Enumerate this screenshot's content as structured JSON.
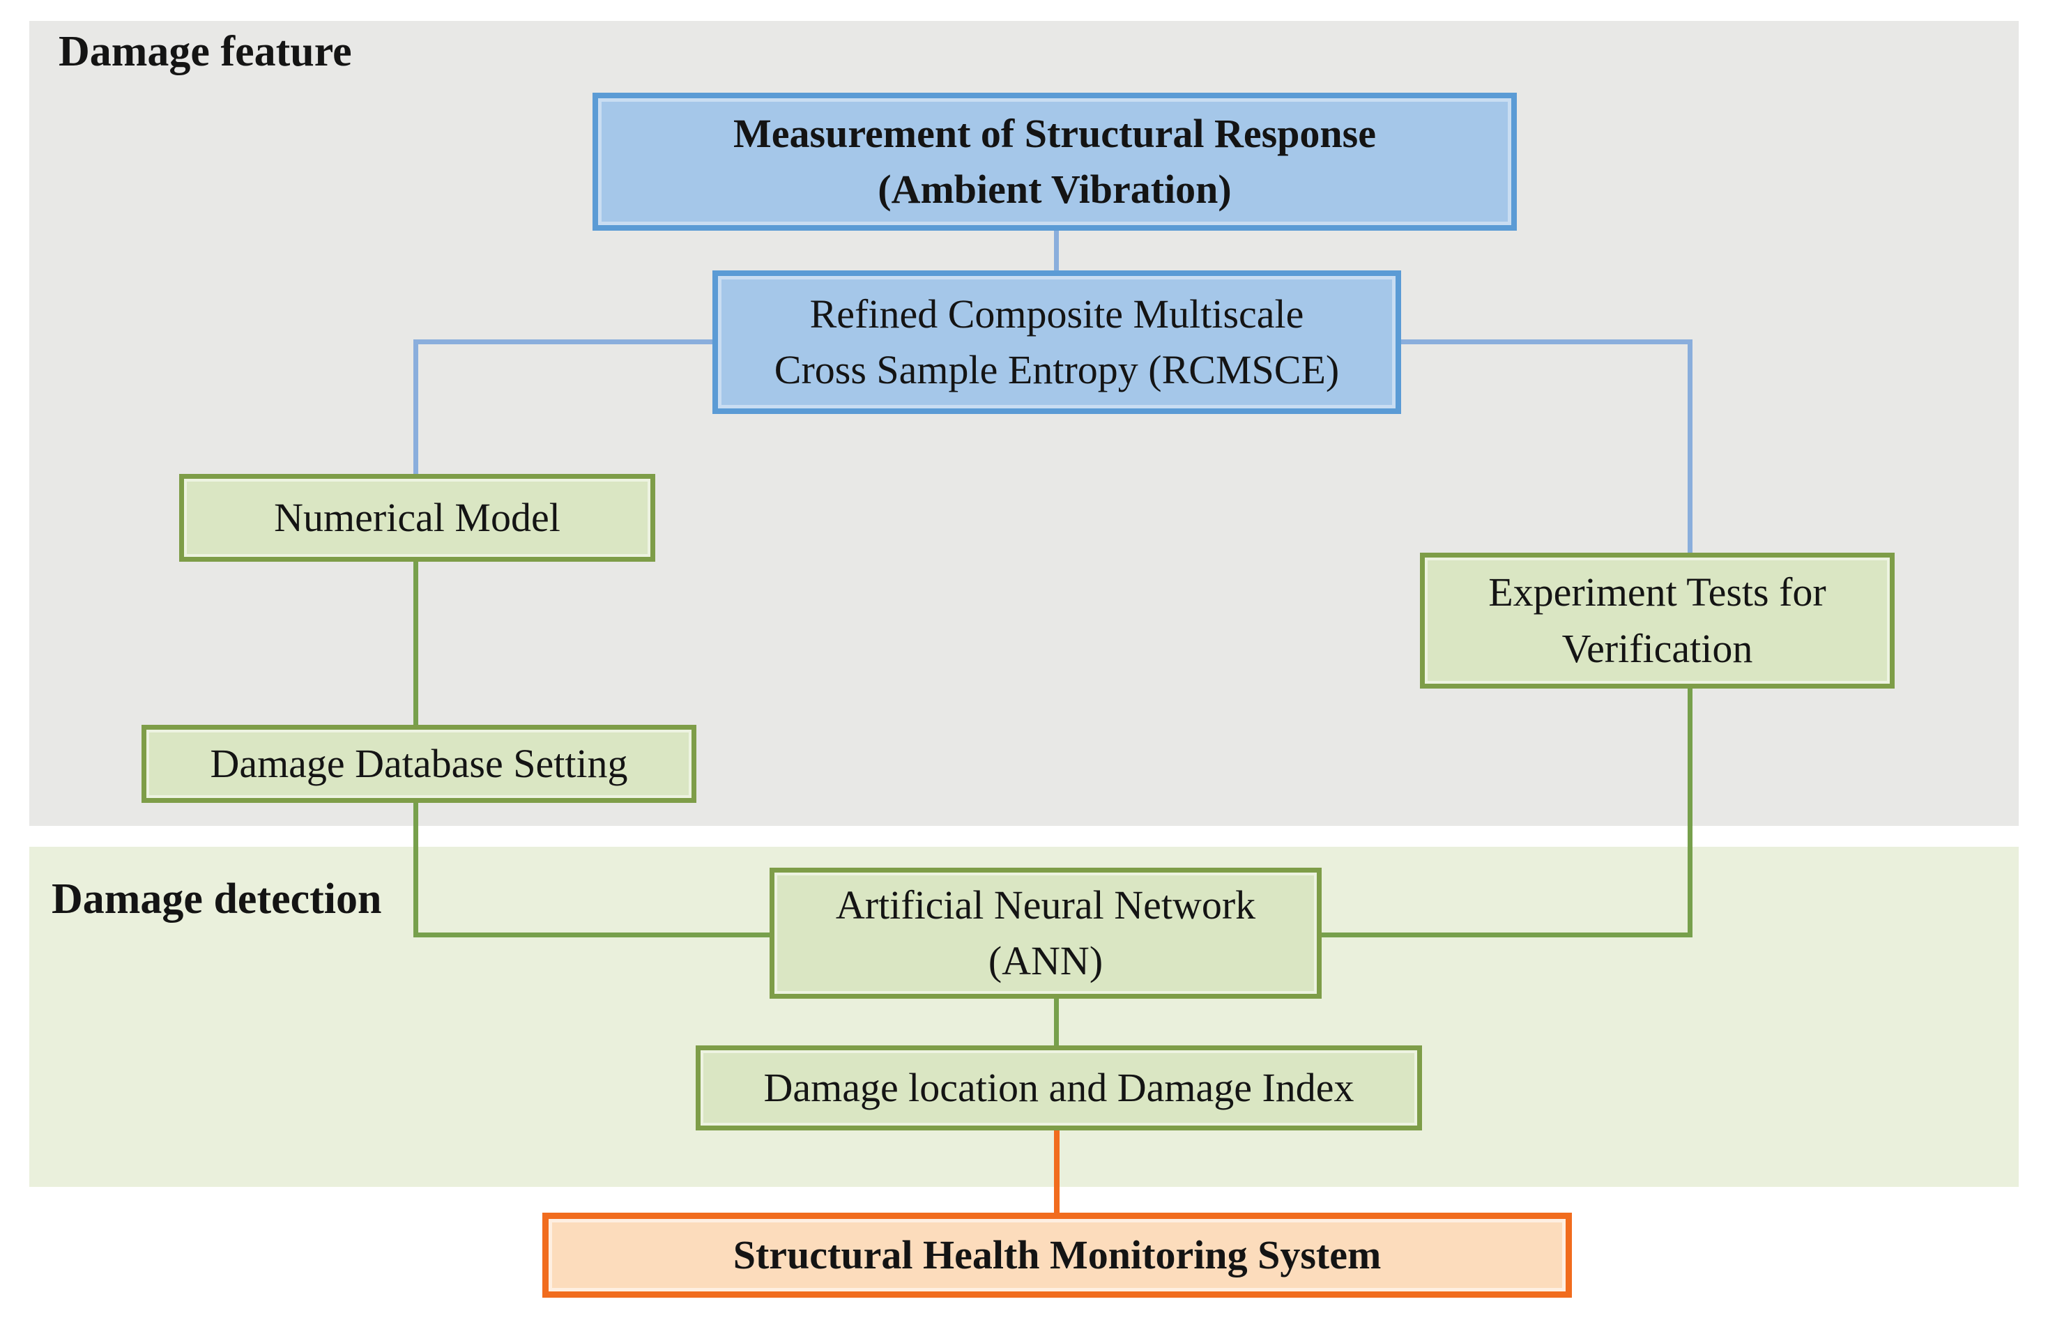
{
  "sections": {
    "feature": {
      "label": "Damage feature"
    },
    "detection": {
      "label": "Damage detection"
    }
  },
  "nodes": {
    "measurement": {
      "line1": "Measurement of Structural Response",
      "line2": "(Ambient Vibration)"
    },
    "rcmsce": {
      "line1": "Refined Composite Multiscale",
      "line2": "Cross Sample Entropy (RCMSCE)"
    },
    "numerical_model": {
      "line1": "Numerical Model"
    },
    "experiment_tests": {
      "line1": "Experiment Tests for",
      "line2": "Verification"
    },
    "damage_database": {
      "line1": "Damage Database Setting"
    },
    "ann": {
      "line1": "Artificial Neural Network",
      "line2": "(ANN)"
    },
    "damage_location": {
      "line1": "Damage location and Damage Index"
    },
    "shm": {
      "line1": "Structural Health Monitoring System"
    }
  },
  "edges": [
    {
      "from": "measurement",
      "to": "rcmsce",
      "color": "blue"
    },
    {
      "from": "rcmsce",
      "to": "numerical_model",
      "color": "blue"
    },
    {
      "from": "rcmsce",
      "to": "experiment_tests",
      "color": "blue"
    },
    {
      "from": "numerical_model",
      "to": "damage_database",
      "color": "green"
    },
    {
      "from": "damage_database",
      "to": "ann",
      "color": "green"
    },
    {
      "from": "experiment_tests",
      "to": "ann",
      "color": "green"
    },
    {
      "from": "ann",
      "to": "damage_location",
      "color": "green"
    },
    {
      "from": "damage_location",
      "to": "shm",
      "color": "orange"
    }
  ],
  "colors": {
    "panel_gray": "#E8E8E6",
    "panel_green": "#EAF0DC",
    "blue_fill": "#A5C7E9",
    "blue_border": "#5B9BD5",
    "blue_line": "#8AAEDC",
    "green_fill": "#DAE6C3",
    "green_border": "#7E9D48",
    "green_line": "#77A04C",
    "orange_fill": "#FCDCBC",
    "orange_border": "#F16C1E",
    "text": "#141414"
  }
}
